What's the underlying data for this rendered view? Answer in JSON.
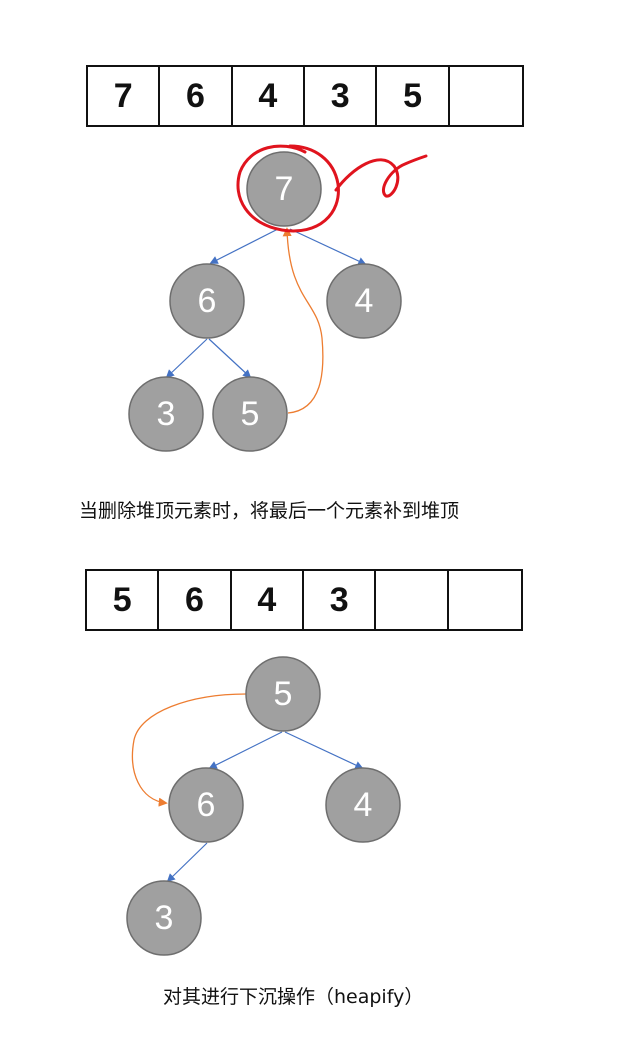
{
  "arrays": {
    "before": [
      "7",
      "6",
      "4",
      "3",
      "5",
      ""
    ],
    "after": [
      "5",
      "6",
      "4",
      "3",
      "",
      ""
    ]
  },
  "captions": {
    "delete_top": "当删除堆顶元素时，将最后一个元素补到堆顶",
    "heapify": "对其进行下沉操作（heapify）"
  },
  "tree_before": {
    "root": "7",
    "left": "6",
    "right": "4",
    "left_left": "3",
    "left_right": "5"
  },
  "tree_after": {
    "root": "5",
    "left": "6",
    "right": "4",
    "left_left": "3"
  },
  "colors": {
    "node_fill": "#a0a0a0",
    "edge": "#4472c4",
    "move_arrow": "#ed7d31",
    "highlight": "#e0141e"
  }
}
